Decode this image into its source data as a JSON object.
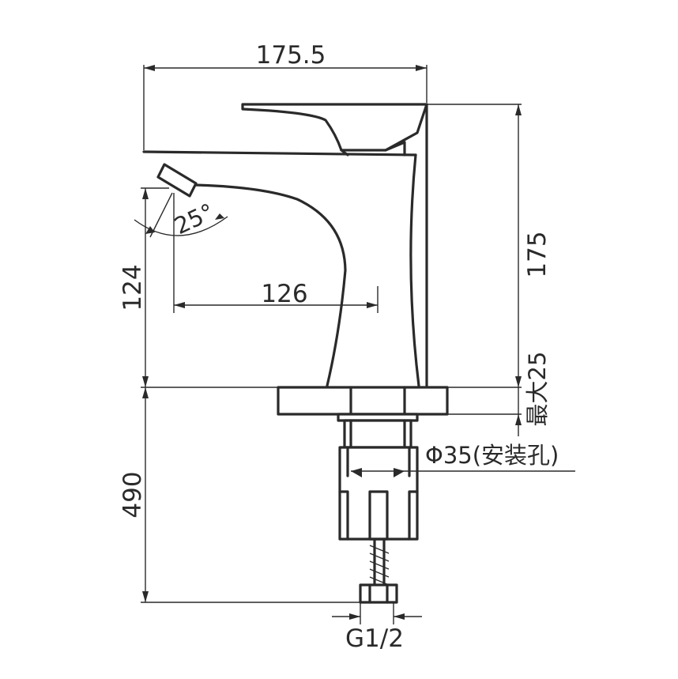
{
  "dimensions": {
    "overall_width": "175.5",
    "spout_height": "124",
    "spout_reach": "126",
    "body_height": "175",
    "max_deck_thickness": "最大25",
    "spout_angle": "25°",
    "mounting_hole": "Φ35(安装孔)",
    "hose_length": "490",
    "thread": "G1/2"
  }
}
